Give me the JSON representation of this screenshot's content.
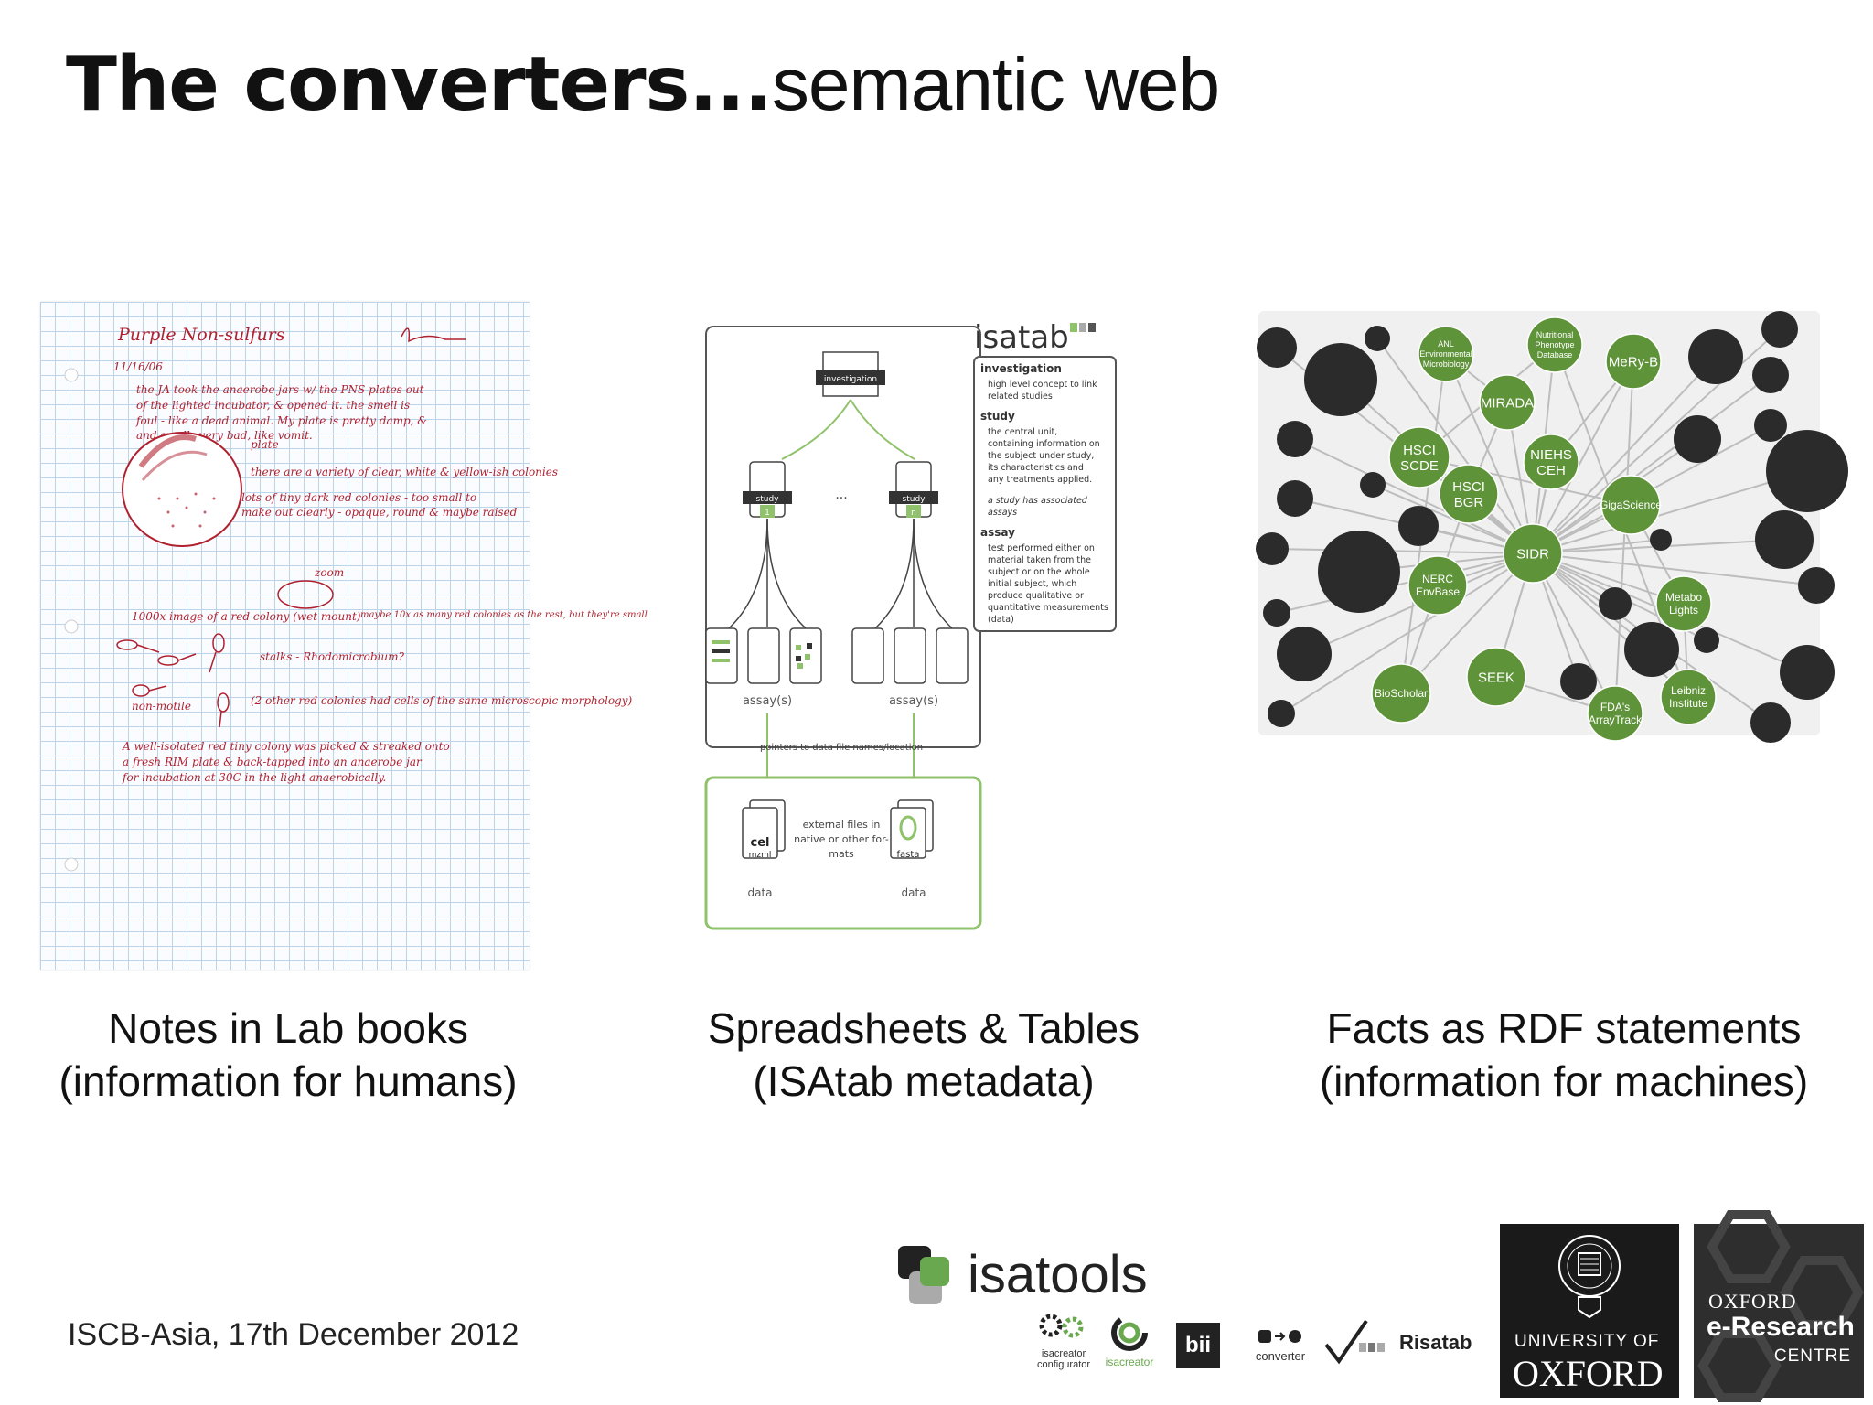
{
  "slide": {
    "title_bold": "The converters...",
    "title_light": "semantic web",
    "footer": "ISCB-Asia, 17th December 2012"
  },
  "columns": [
    {
      "caption_line1": "Notes in Lab books",
      "caption_line2": "(information for humans)"
    },
    {
      "caption_line1": "Spreadsheets & Tables",
      "caption_line2": "(ISAtab metadata)"
    },
    {
      "caption_line1": "Facts as RDF statements",
      "caption_line2": "(information for machines)"
    }
  ],
  "notebook": {
    "header": "Purple Non-sulfurs",
    "date": "11/16/06",
    "lines": [
      "the JA took the anaerobe jars w/ the PNS plates out",
      "of the lighted incubator, & opened it. the smell is",
      "foul - like a dead animal. My plate is pretty damp, &",
      "and smells very bad, like vomit.",
      "plate",
      "there are a variety of clear, white & yellow-ish colonies",
      "lots of tiny dark red colonies - too small to",
      "make out clearly - opaque, round & maybe raised",
      "zoom",
      "1000x image of a red colony (wet mount)",
      "maybe 10x as many red colonies as the rest, but they're small",
      "stalks - Rhodomicrobium?",
      "non-motile",
      "(2 other red colonies had cells of the same microscopic morphology)",
      "A well-isolated red tiny colony was picked & streaked onto",
      "a fresh RIM plate & back-tapped into an anaerobe jar",
      "for incubation at 30C in the light anaerobically."
    ]
  },
  "isatab": {
    "logo_text": "isatab",
    "node_investigation": "investigation",
    "node_study": "study",
    "study_num_1": "1",
    "study_num_n": "n",
    "ellipsis": "...",
    "assay_label": "assay(s)",
    "pointers_label": "pointers to data file names/location",
    "external_files": "external files in native or other formats",
    "data_label": "data",
    "file_cel": "cel",
    "file_mzml": "mzml",
    "file_fasta": "fasta",
    "legend": [
      {
        "term": "investigation",
        "desc": "high level concept to link related studies"
      },
      {
        "term": "study",
        "desc": "the central unit, containing information on the subject under study, its characteristics and any treatments applied."
      },
      {
        "term": "",
        "desc": "a study has associated assays"
      },
      {
        "term": "assay",
        "desc": "test performed either on material taken from the subject or on the whole initial subject, which produce qualitative or quantitative measurements (data)"
      }
    ]
  },
  "network": {
    "nodes": [
      "ANL Environmental Microbiology",
      "Nutritional Phenotype Database",
      "MeRy-B",
      "MIRADA",
      "HSCI SCDE",
      "NIEHS CEH",
      "HSCI BGR",
      "GigaScience",
      "SIDR",
      "NERC EnvBase",
      "Metabo Lights",
      "SEEK",
      "BioScholar",
      "Leibniz Institute",
      "FDA's ArrayTrack"
    ],
    "colors": {
      "green": "#5f9339",
      "dark": "#2b2b2b",
      "edge": "#bdbdbd"
    }
  },
  "logos": {
    "isatools_prefix": "isa",
    "isatools_suffix": "tools",
    "isacreator_configurator": "isacreator configurator",
    "isacreator": "isacreator",
    "bii": "bii",
    "converter": "converter",
    "risatab": "Risatab",
    "oxford_university": "UNIVERSITY OF",
    "oxford_name": "OXFORD",
    "eresearch_line1": "OXFORD",
    "eresearch_line2": "e-Research",
    "eresearch_line3": "CENTRE"
  }
}
